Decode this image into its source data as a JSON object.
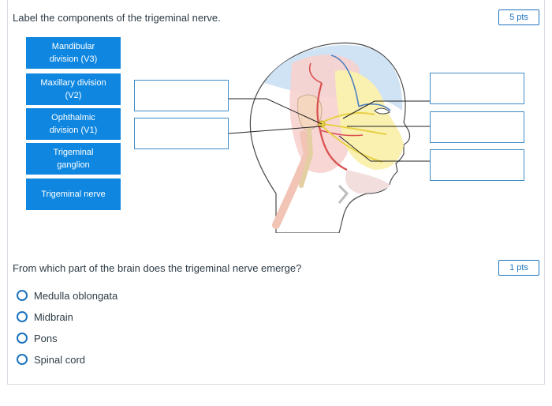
{
  "question1": {
    "prompt": "Label the components of the trigeminal nerve.",
    "points": "5 pts",
    "tiles": [
      {
        "line1": "Mandibular",
        "line2": "division (V3)"
      },
      {
        "line1": "Maxillary division",
        "line2": "(V2)"
      },
      {
        "line1": "Ophthalmic",
        "line2": "division (V1)"
      },
      {
        "line1": "Trigeminal",
        "line2": "ganglion"
      },
      {
        "line1": "Trigeminal nerve",
        "line2": ""
      }
    ]
  },
  "question2": {
    "prompt": "From which part of the brain does the trigeminal nerve emerge?",
    "points": "1 pts",
    "options": [
      "Medulla oblongata",
      "Midbrain",
      "Pons",
      "Spinal cord"
    ]
  },
  "colors": {
    "accent": "#1b73c0",
    "tile": "#0f87e0",
    "nerve": "#f0e27a",
    "artery": "#d9504f"
  }
}
